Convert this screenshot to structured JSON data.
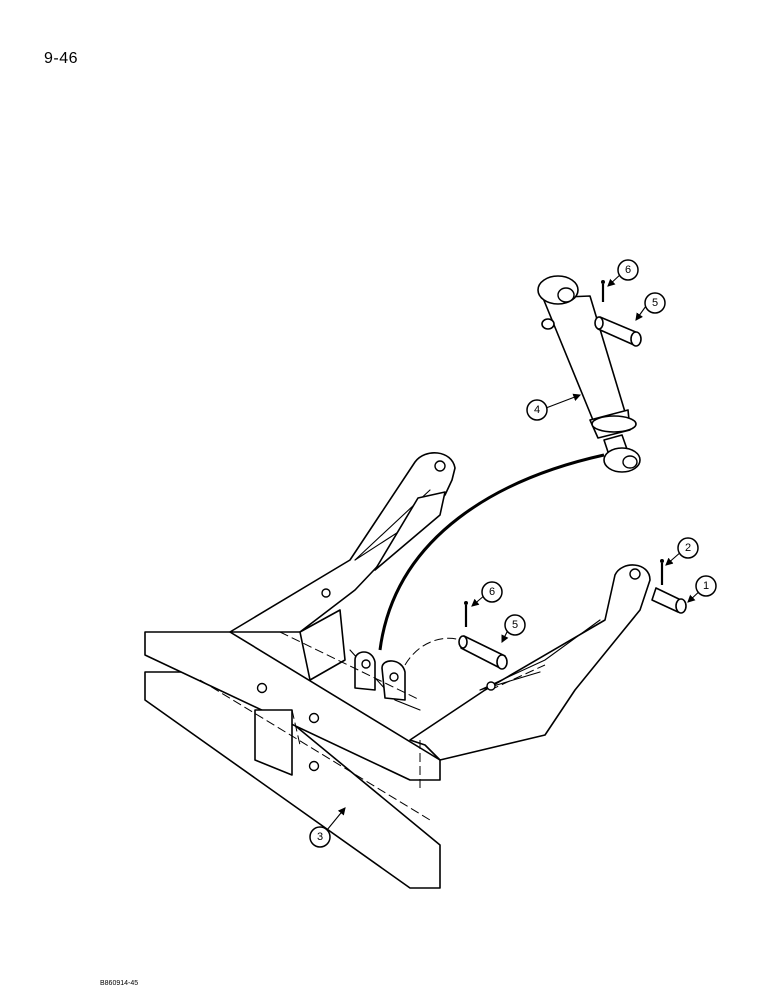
{
  "page": {
    "number": "9-46",
    "drawing_code": "B860914-45"
  },
  "callouts": [
    {
      "id": "c1",
      "label": "1"
    },
    {
      "id": "c2",
      "label": "2"
    },
    {
      "id": "c3",
      "label": "3"
    },
    {
      "id": "c4",
      "label": "4"
    },
    {
      "id": "c5a",
      "label": "5"
    },
    {
      "id": "c6a",
      "label": "6"
    },
    {
      "id": "c5b",
      "label": "5"
    },
    {
      "id": "c6b",
      "label": "6"
    }
  ]
}
